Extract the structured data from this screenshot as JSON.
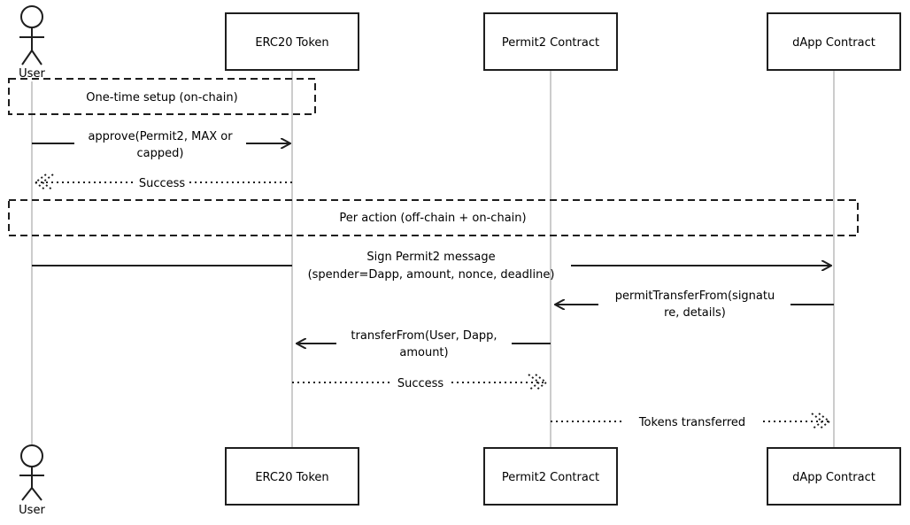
{
  "participants": [
    {
      "id": "user",
      "label": "User",
      "kind": "actor"
    },
    {
      "id": "erc20",
      "label": "ERC20 Token",
      "kind": "box"
    },
    {
      "id": "permit2",
      "label": "Permit2 Contract",
      "kind": "box"
    },
    {
      "id": "dapp",
      "label": "dApp Contract",
      "kind": "box"
    }
  ],
  "groups": [
    {
      "label": "One-time setup (on-chain)"
    },
    {
      "label": "Per action (off-chain + on-chain)"
    }
  ],
  "messages": [
    {
      "from": "user",
      "to": "erc20",
      "style": "solid",
      "lines": [
        "approve(Permit2, MAX or",
        "capped)"
      ]
    },
    {
      "from": "erc20",
      "to": "user",
      "style": "dotted",
      "lines": [
        "Success"
      ]
    },
    {
      "from": "user",
      "to": "dapp",
      "style": "solid",
      "lines": [
        "Sign Permit2 message",
        "(spender=Dapp, amount, nonce, deadline)"
      ]
    },
    {
      "from": "dapp",
      "to": "permit2",
      "style": "solid",
      "lines": [
        "permitTransferFrom(signatu",
        "re, details)"
      ]
    },
    {
      "from": "permit2",
      "to": "erc20",
      "style": "solid",
      "lines": [
        "transferFrom(User, Dapp,",
        "amount)"
      ]
    },
    {
      "from": "erc20",
      "to": "permit2",
      "style": "dotted",
      "lines": [
        "Success"
      ]
    },
    {
      "from": "permit2",
      "to": "dapp",
      "style": "dotted",
      "lines": [
        "Tokens transferred"
      ]
    }
  ]
}
